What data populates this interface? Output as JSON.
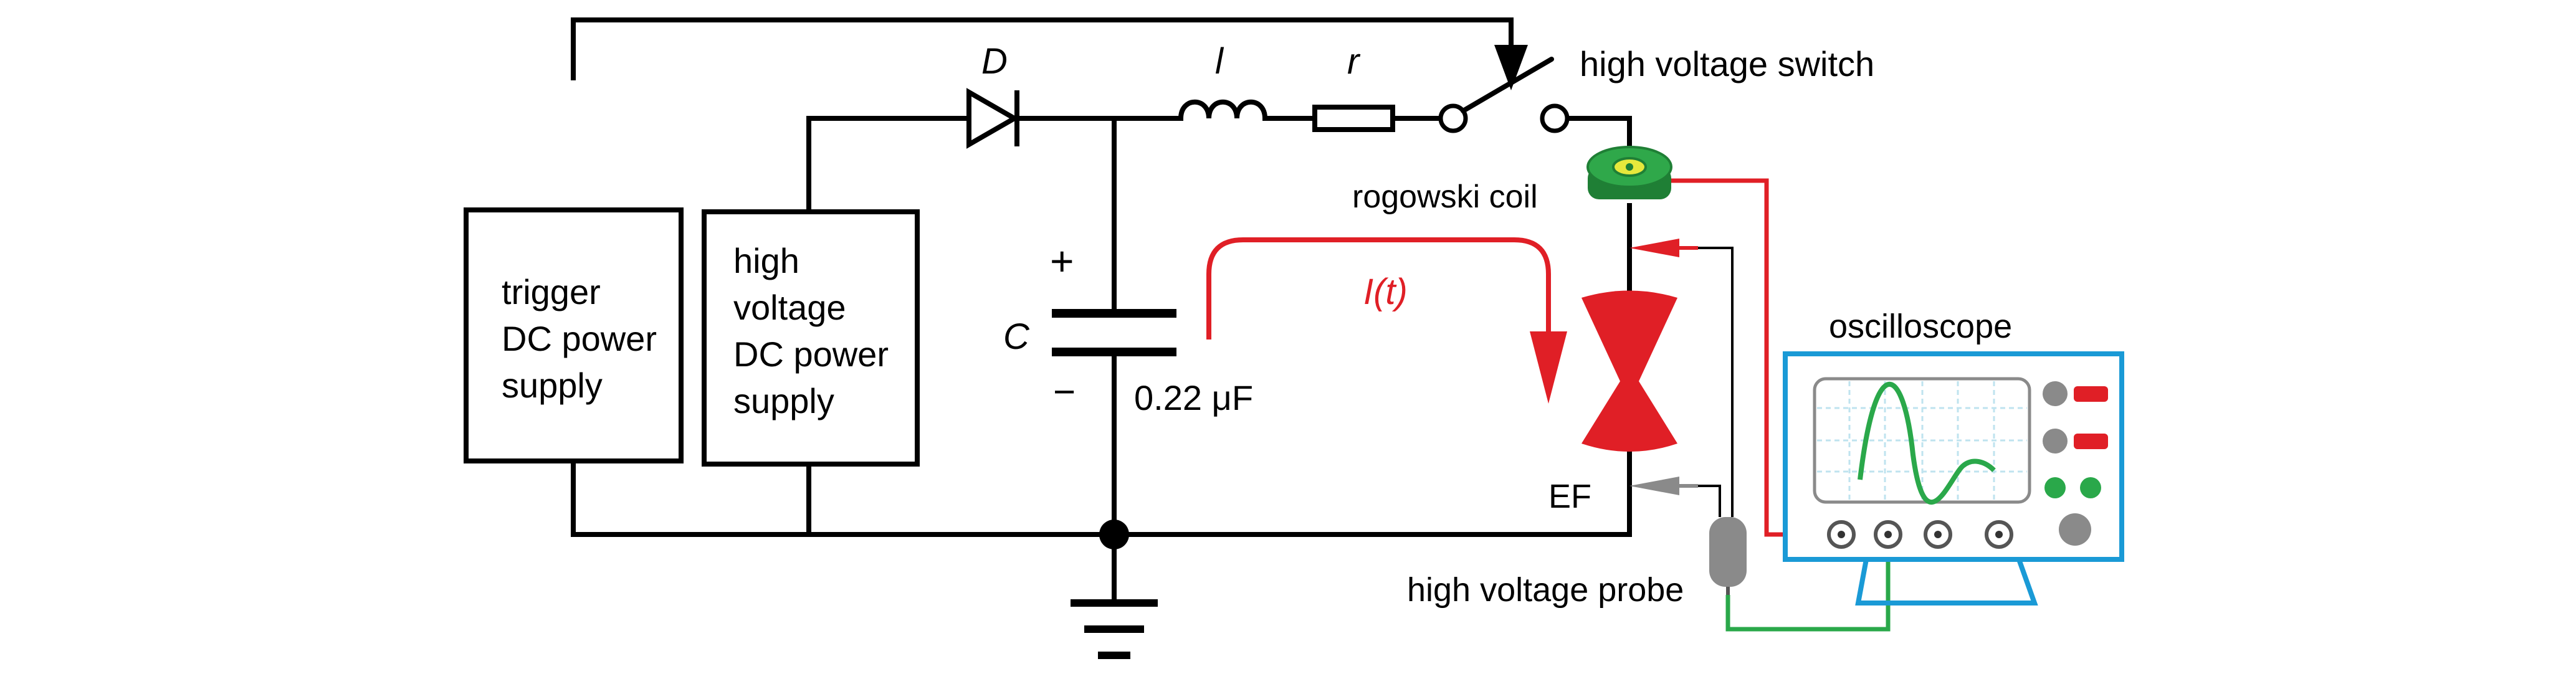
{
  "labels": {
    "trigger_supply": [
      "trigger",
      "DC power",
      "supply"
    ],
    "hv_supply": [
      "high",
      "voltage",
      "DC power",
      "supply"
    ],
    "diode": "D",
    "inductor": "l",
    "resistor": "r",
    "switch": "high voltage switch",
    "rogowski": "rogowski coil",
    "capacitor": "C",
    "cap_plus": "+",
    "cap_minus": "−",
    "cap_value": "0.22 μF",
    "current": "I(t)",
    "ef": "EF",
    "probe": "high voltage probe",
    "oscilloscope": "oscilloscope"
  },
  "colors": {
    "wire": "#000000",
    "current": "#e01f26",
    "signal": "#2aa84a",
    "scope": "#1a9ad6",
    "probe": "#8a8a8a",
    "coil": "#2fa84a",
    "coil_core": "#e6e83c"
  }
}
